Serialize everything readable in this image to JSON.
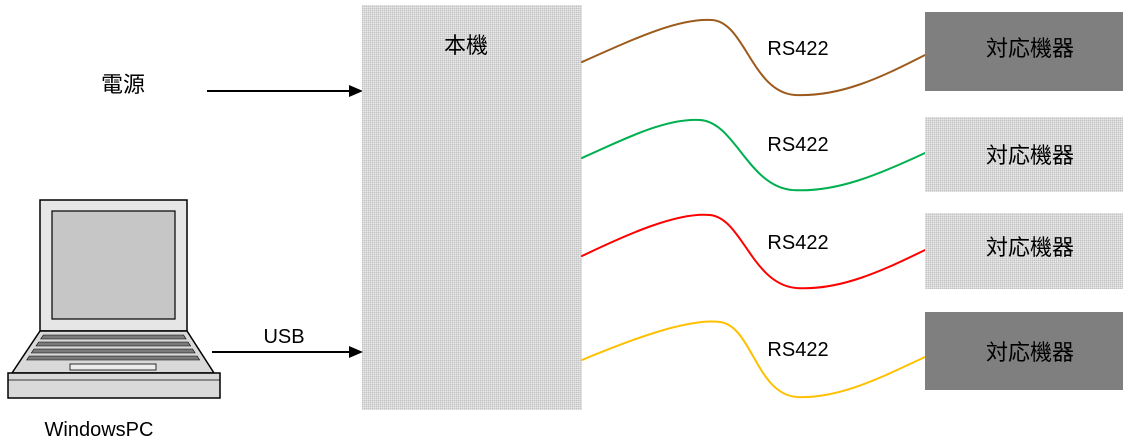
{
  "power_source": {
    "label": "電源"
  },
  "main_unit": {
    "label": "本機",
    "fill": "#d9d9d9"
  },
  "pc": {
    "label": "WindowsPC",
    "icon": "laptop-icon",
    "link_label": "USB"
  },
  "links": [
    {
      "label": "RS422",
      "color": "#9c5a1c"
    },
    {
      "label": "RS422",
      "color": "#00b050"
    },
    {
      "label": "RS422",
      "color": "#ff0000"
    },
    {
      "label": "RS422",
      "color": "#ffc000"
    }
  ],
  "devices": [
    {
      "label": "対応機器",
      "fill": "#7f7f7f"
    },
    {
      "label": "対応機器",
      "fill": "#d9d9d9"
    },
    {
      "label": "対応機器",
      "fill": "#d9d9d9"
    },
    {
      "label": "対応機器",
      "fill": "#7f7f7f"
    }
  ]
}
